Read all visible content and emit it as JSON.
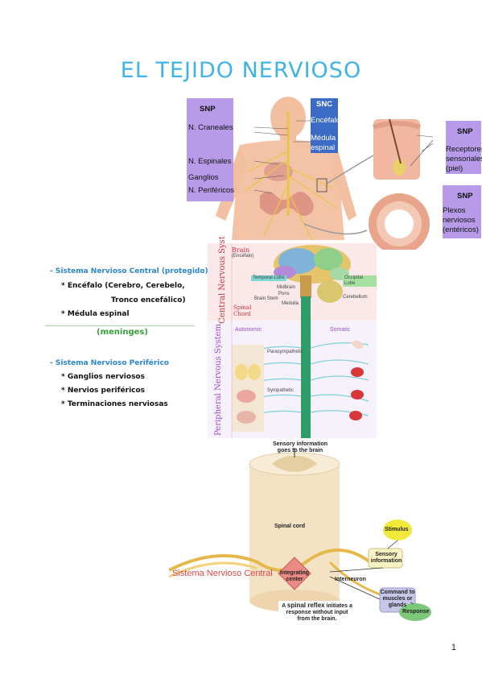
{
  "title": "EL TEJIDO NERVIOSO",
  "body_diagram": {
    "snp_box": {
      "heading": "SNP",
      "items": [
        "N. Craneales",
        "N. Espinales",
        "Ganglios",
        "N. Periféricos"
      ]
    },
    "snc_box": {
      "heading": "SNC",
      "items": [
        "Encéfalo",
        "Médula espinal"
      ]
    },
    "right_boxes": [
      {
        "heading": "SNP",
        "label": "Receptores sensoriales (piel)"
      },
      {
        "heading": "SNP",
        "label": "Plexos nerviosos (entéricos)"
      }
    ]
  },
  "notes": {
    "central_heading": "Sistema Nervioso Central (protegido)",
    "central_items": [
      "* Encéfalo (Cerebro, Cerebelo,",
      "Tronco encefálico)",
      "* Médula espinal"
    ],
    "meninges": "(meninges)",
    "peripheral_heading": "Sistema Nervioso Periférico",
    "peripheral_items": [
      "* Ganglios nerviosos",
      "* Nervios periféricos",
      "* Terminaciones nerviosas"
    ]
  },
  "system_diagram": {
    "cns_label": "Central Nervous Syst",
    "pns_label": "Peripheral Nervous System",
    "brain": "Brain",
    "brain_sub": "(Encéfalo)",
    "temporal_lobe": "Temporal Lobe",
    "occipital_lobe": "Occipital Lobe",
    "midbrain": "Midbrain",
    "pons": "Pons",
    "brain_stem": "Brain Stem",
    "medulla": "Medulla",
    "cerebellum": "Cerebellum",
    "spinal_chord": "Spinal Chord",
    "autonomic": "Autonomic",
    "somatic": "Somatic",
    "parasympathetic": "Parasympathetic",
    "sympathetic": "Sympathetic"
  },
  "reflex_diagram": {
    "sensory_top": "Sensory information goes to the brain",
    "spinal_cord": "Spinal cord",
    "stimulus": "Stimulus",
    "sensory_info": "Sensory information",
    "integrating": "Integrating center",
    "interneuron": "Interneuron",
    "command": "Command to muscles or glands",
    "response": "Response",
    "caption_pre": "A",
    "caption_bold": "spinal reflex",
    "caption_post": "initiates a response without input from the brain.",
    "overlay": "Sistema Nervioso Central"
  },
  "page_number": "1",
  "colors": {
    "title": "#3fb3e6",
    "snp": "#b79be8",
    "snc": "#3c6bc6",
    "stimulus": "#f2ea3a",
    "response": "#7cc87a"
  }
}
